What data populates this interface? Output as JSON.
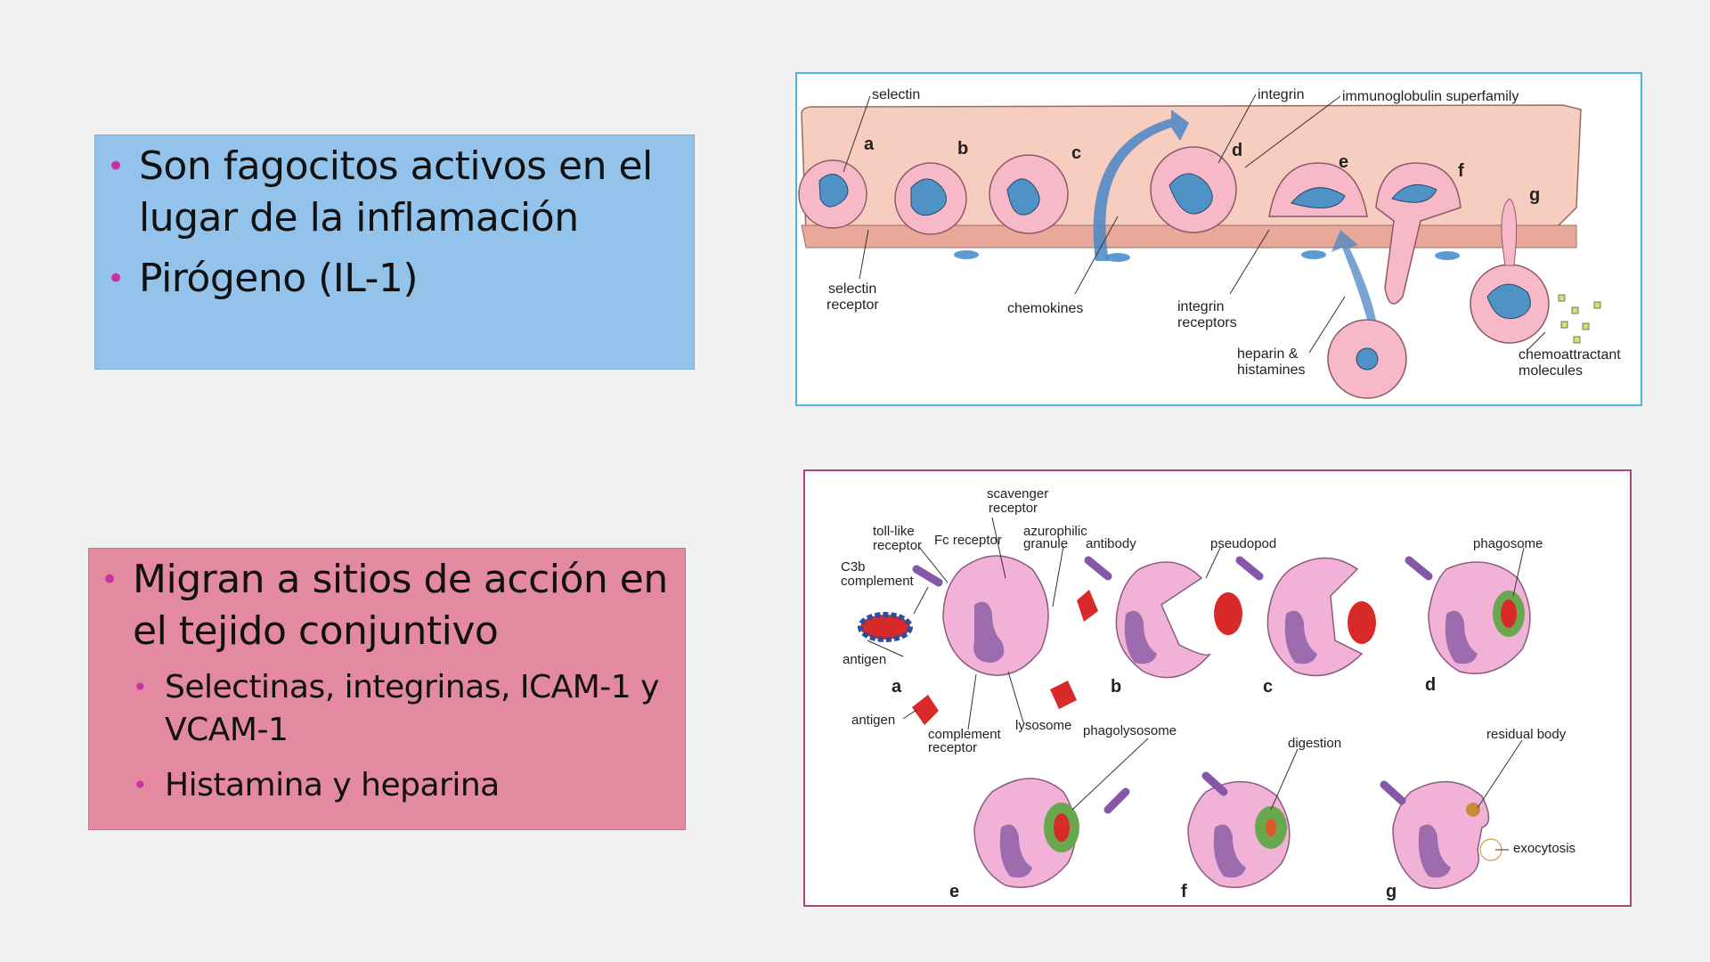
{
  "blue_box": {
    "bullets": [
      "Son fagocitos activos en el lugar de la inflamación",
      "Pirógeno (IL-1)"
    ]
  },
  "pink_box": {
    "bullet": "Migran a sitios de acción en el tejido conjuntivo",
    "sub_bullets": [
      "Selectinas, integrinas, ICAM-1 y VCAM-1",
      "Histamina y heparina"
    ]
  },
  "figure_top": {
    "stage_letters": [
      "a",
      "b",
      "c",
      "d",
      "e",
      "f",
      "g"
    ],
    "labels": {
      "selectin": "selectin",
      "integrin": "integrin",
      "igsf": "immunoglobulin superfamily",
      "selectin_receptor_1": "selectin",
      "selectin_receptor_2": "receptor",
      "chemokines": "chemokines",
      "integrin_receptors_1": "integrin",
      "integrin_receptors_2": "receptors",
      "heparin_1": "heparin &",
      "heparin_2": "histamines",
      "chemo_1": "chemoattractant",
      "chemo_2": "molecules"
    }
  },
  "figure_bottom": {
    "stage_letters": [
      "a",
      "b",
      "c",
      "d",
      "e",
      "f",
      "g"
    ],
    "labels": {
      "scavenger_1": "scavenger",
      "scavenger_2": "receptor",
      "tolllike_1": "toll-like",
      "tolllike_2": "receptor",
      "fc_receptor": "Fc receptor",
      "azuro_1": "azurophilic",
      "azuro_2": "granule",
      "antibody": "antibody",
      "c3b_1": "C3b",
      "c3b_2": "complement",
      "antigen_1": "antigen",
      "antigen_2": "antigen",
      "complement_1": "complement",
      "complement_2": "receptor",
      "lysosome": "lysosome",
      "pseudopod": "pseudopod",
      "phagosome": "phagosome",
      "phagolysosome": "phagolysosome",
      "digestion": "digestion",
      "residual_body": "residual body",
      "exocytosis": "exocytosis"
    }
  },
  "colors": {
    "blue_box": "#93c3ea",
    "pink_box": "#e48aa0",
    "bullet": "#cc2fa3",
    "top_border": "#4fb4df",
    "bottom_border": "#b0447c"
  }
}
